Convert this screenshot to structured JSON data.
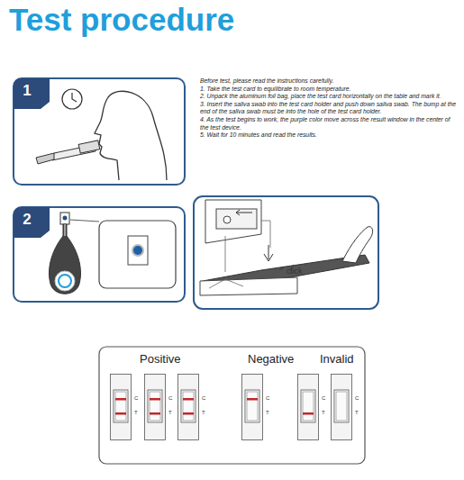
{
  "diagram": {
    "title": "Test procedure",
    "nodes": [
      {
        "text": [
          "1"
        ]
      },
      {
        "text": [
          "2"
        ]
      },
      {
        "text": [
          "Positive",
          "Negative",
          "Invalid"
        ]
      },
      {
        "text": [
          "C",
          "T"
        ],
        "in": 2
      },
      {
        "text": [
          "C",
          "T"
        ],
        "in": 2
      },
      {
        "text": [
          "C",
          "T"
        ],
        "in": 2
      },
      {
        "text": [
          "C",
          "T"
        ],
        "in": 2
      },
      {
        "text": [
          "C",
          "T"
        ],
        "in": 2
      },
      {
        "text": [
          "C",
          "T"
        ],
        "in": 2
      }
    ],
    "labels": [
      "Before test, please read the instructions carefully.",
      "1. Take the test card to equilibrate to room temperature.",
      "2. Unpack the aluminum foil bag, place the test card horizontally on the table and mark it.",
      "3. Insert the saliva swab into the test card holder and push down saliva swab. The bump at the end of the saliva swab must be into the hole of the test card holder.",
      "4. As the test begins to work, the purple color move across the result window in the center of the test device.",
      "5. Wait for 10 minutes and read the results.",
      "click"
    ]
  }
}
